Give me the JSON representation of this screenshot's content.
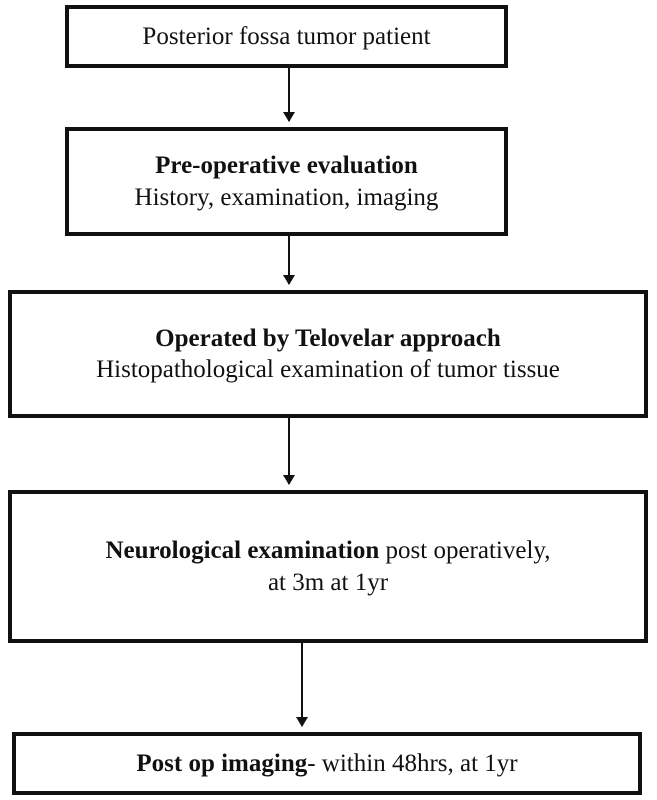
{
  "flowchart": {
    "step1": {
      "text": "Posterior fossa tumor patient"
    },
    "step2": {
      "title": "Pre-operative evaluation",
      "detail": "History, examination, imaging"
    },
    "step3": {
      "title": "Operated by Telovelar approach",
      "detail": "Histopathological examination of tumor tissue"
    },
    "step4": {
      "title": "Neurological examination",
      "detail_inline": " post operatively,",
      "detail_line2": "at 3m at 1yr"
    },
    "step5": {
      "title": "Post op imaging",
      "detail_inline": "- within 48hrs, at 1yr"
    }
  },
  "colors": {
    "stroke": "#111111",
    "background": "#ffffff"
  }
}
